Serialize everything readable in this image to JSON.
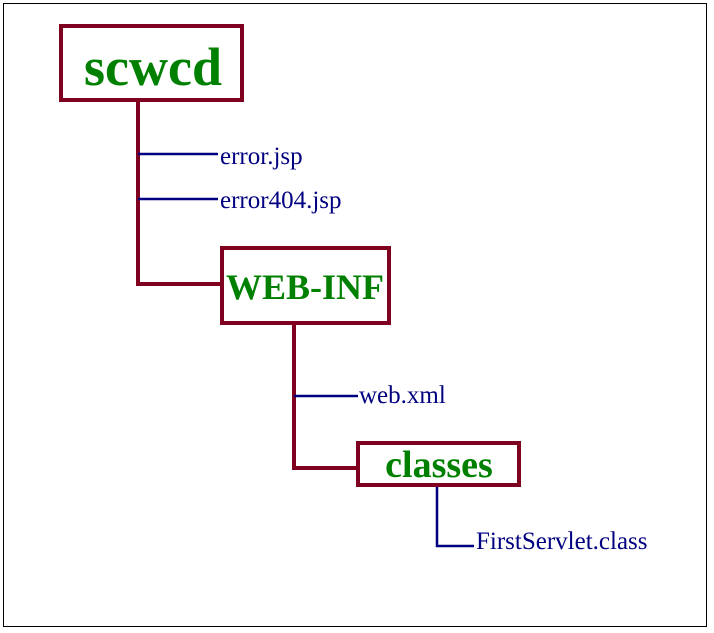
{
  "tree": {
    "root": {
      "label": "scwcd"
    },
    "root_files": [
      {
        "label": "error.jsp"
      },
      {
        "label": "error404.jsp"
      }
    ],
    "webinf": {
      "label": "WEB-INF"
    },
    "webinf_files": [
      {
        "label": "web.xml"
      }
    ],
    "classes": {
      "label": "classes"
    },
    "classes_files": [
      {
        "label": "FirstServlet.class"
      }
    ]
  },
  "colors": {
    "folder_border": "#800020",
    "folder_text": "#008000",
    "file_text": "#000080",
    "file_connector": "#000080"
  }
}
